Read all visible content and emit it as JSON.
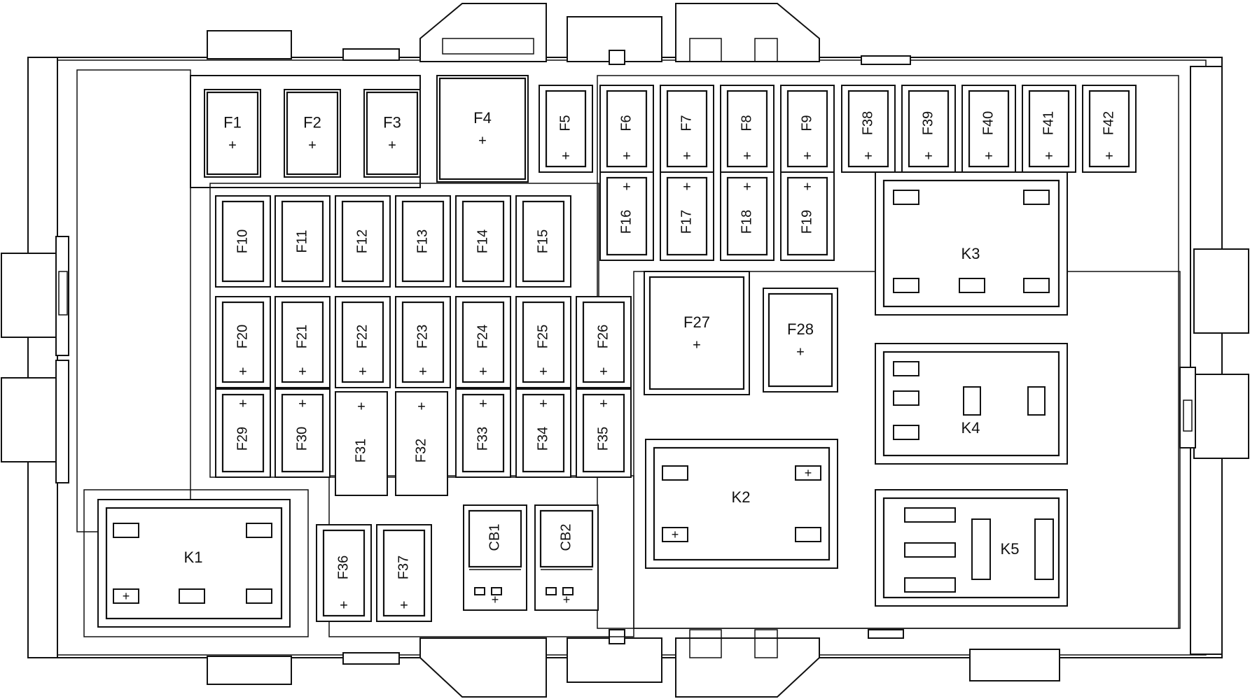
{
  "diagram": {
    "type": "fuse-box-layout",
    "plus_symbol": "+"
  },
  "fuses": {
    "f1": "F1",
    "f2": "F2",
    "f3": "F3",
    "f4": "F4",
    "f5": "F5",
    "f6": "F6",
    "f7": "F7",
    "f8": "F8",
    "f9": "F9",
    "f10": "F10",
    "f11": "F11",
    "f12": "F12",
    "f13": "F13",
    "f14": "F14",
    "f15": "F15",
    "f16": "F16",
    "f17": "F17",
    "f18": "F18",
    "f19": "F19",
    "f20": "F20",
    "f21": "F21",
    "f22": "F22",
    "f23": "F23",
    "f24": "F24",
    "f25": "F25",
    "f26": "F26",
    "f27": "F27",
    "f28": "F28",
    "f29": "F29",
    "f30": "F30",
    "f31": "F31",
    "f32": "F32",
    "f33": "F33",
    "f34": "F34",
    "f35": "F35",
    "f36": "F36",
    "f37": "F37",
    "f38": "F38",
    "f39": "F39",
    "f40": "F40",
    "f41": "F41",
    "f42": "F42"
  },
  "relays": {
    "k1": "K1",
    "k2": "K2",
    "k3": "K3",
    "k4": "K4",
    "k5": "K5"
  },
  "breakers": {
    "cb1": "CB1",
    "cb2": "CB2"
  }
}
